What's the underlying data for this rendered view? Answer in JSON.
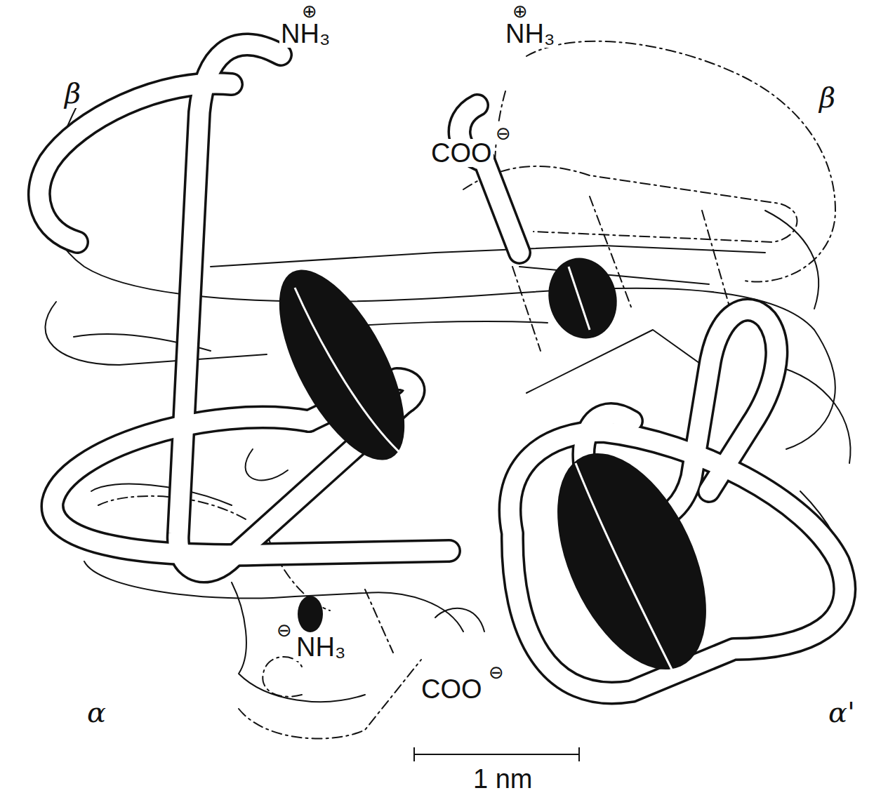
{
  "diagram": {
    "labels": [
      "⊕",
      "NH₃",
      "⊕",
      "NH₃",
      "β",
      "β",
      "COO",
      "⊖",
      "⊖",
      "NH₃",
      "COO",
      "⊖",
      "α",
      "α'",
      "1 nm"
    ]
  }
}
